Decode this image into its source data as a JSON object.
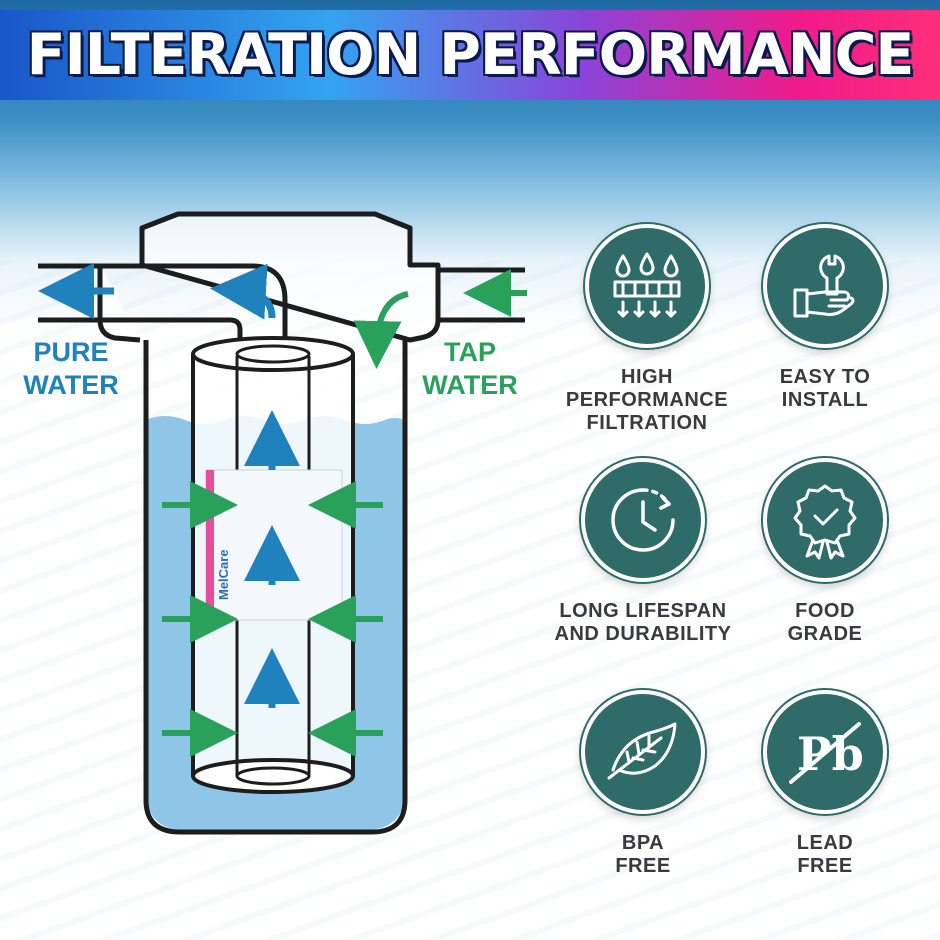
{
  "header": {
    "title": "FILTERATION PERFORMANCE"
  },
  "colors": {
    "teal": "#2f6b68",
    "pure_blue": "#1f82bd",
    "tap_green": "#2aa15b",
    "water": "#8fc6e8"
  },
  "diagram": {
    "pure_label": "PURE\nWATER",
    "tap_label": "TAP\nWATER",
    "cartridge_brand": "MelCare"
  },
  "features": [
    {
      "icon": "water-drops-filter-icon",
      "label": "HIGH\nPERFORMANCE\nFILTRATION"
    },
    {
      "icon": "wrench-hand-icon",
      "label": "EASY TO\nINSTALL"
    },
    {
      "icon": "clock-lifespan-icon",
      "label": "LONG LIFESPAN\nAND DURABILITY"
    },
    {
      "icon": "food-grade-badge-icon",
      "label": "FOOD\nGRADE"
    },
    {
      "icon": "leaf-icon",
      "label": "BPA\nFREE"
    },
    {
      "icon": "lead-free-pb-icon",
      "label": "LEAD\nFREE"
    }
  ]
}
